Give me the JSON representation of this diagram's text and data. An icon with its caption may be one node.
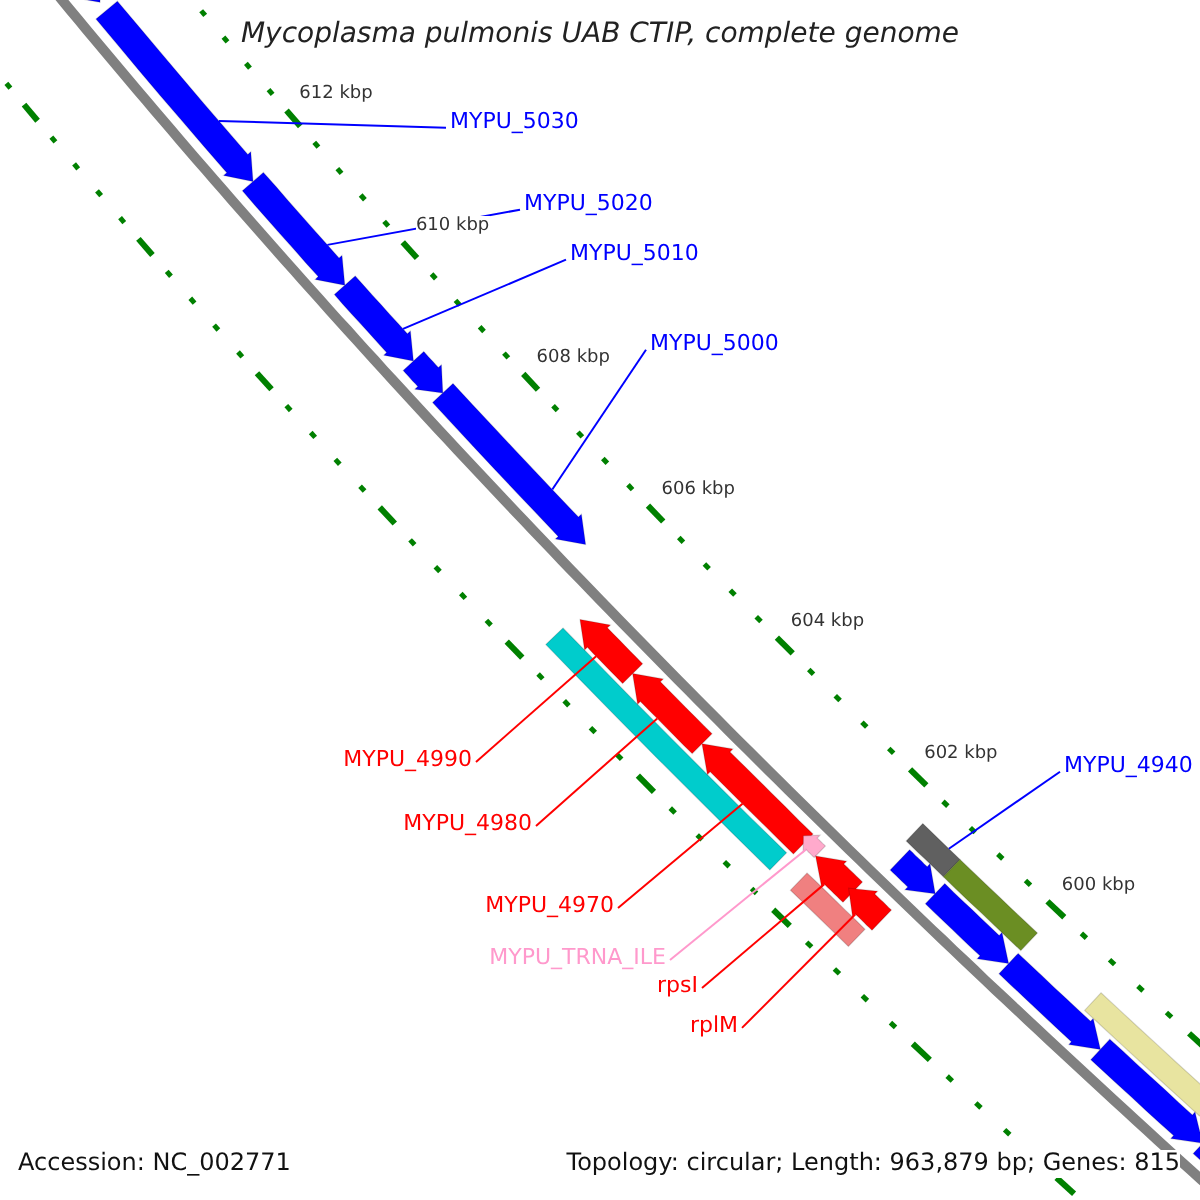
{
  "diagram": {
    "title": "Mycoplasma pulmonis UAB CTIP, complete genome",
    "nodes": [
      {
        "text": [
          "MYPU_5030"
        ]
      },
      {
        "text": [
          "MYPU_5020"
        ]
      },
      {
        "text": [
          "MYPU_5010"
        ]
      },
      {
        "text": [
          "MYPU_5000"
        ]
      },
      {
        "text": [
          "MYPU_4990"
        ]
      },
      {
        "text": [
          "MYPU_4980"
        ]
      },
      {
        "text": [
          "MYPU_4970"
        ]
      },
      {
        "text": [
          "MYPU_TRNA_ILE"
        ]
      },
      {
        "text": [
          "rpsI"
        ]
      },
      {
        "text": [
          "rplM"
        ]
      },
      {
        "text": [
          "MYPU_4940"
        ]
      },
      {
        "text": [],
        "shape": "bar"
      },
      {
        "text": [],
        "shape": "bar"
      },
      {
        "text": [],
        "shape": "bar"
      },
      {
        "text": [],
        "shape": "bar"
      },
      {
        "text": [],
        "shape": "bar"
      },
      {
        "text": [],
        "shape": "bar"
      },
      {
        "text": [],
        "shape": "bar"
      },
      {
        "text": [],
        "shape": "bar"
      },
      {
        "text": [],
        "shape": "bar"
      },
      {
        "text": [],
        "shape": "bar"
      },
      {
        "text": [],
        "shape": "bar"
      },
      {
        "text": [],
        "shape": "bar"
      },
      {
        "text": [],
        "shape": "bar"
      },
      {
        "text": [],
        "shape": "bar"
      },
      {
        "text": [],
        "shape": "bar"
      },
      {
        "text": [],
        "shape": "bar"
      },
      {
        "text": [],
        "shape": "bar"
      },
      {
        "text": [],
        "shape": "bar"
      },
      {
        "text": [],
        "shape": "bar"
      },
      {
        "text": [],
        "shape": "bar"
      },
      {
        "text": [],
        "shape": "bar"
      },
      {
        "text": [],
        "shape": "bar"
      }
    ],
    "edges": [
      {
        "from": 0,
        "to": 12,
        "arrow": "none"
      },
      {
        "from": 1,
        "to": 13,
        "arrow": "none"
      },
      {
        "from": 2,
        "to": 14,
        "arrow": "none"
      },
      {
        "from": 3,
        "to": 16,
        "arrow": "none"
      },
      {
        "from": 4,
        "to": 18,
        "arrow": "none",
        "color": "#ff0000"
      },
      {
        "from": 5,
        "to": 19,
        "arrow": "none",
        "color": "#ff0000"
      },
      {
        "from": 6,
        "to": 20,
        "arrow": "none",
        "color": "#ff0000"
      },
      {
        "from": 7,
        "to": 21,
        "arrow": "none",
        "color": "#ff99cc"
      },
      {
        "from": 8,
        "to": 22,
        "arrow": "none",
        "color": "#ff0000"
      },
      {
        "from": 9,
        "to": 24,
        "arrow": "none",
        "color": "#ff0000"
      },
      {
        "from": 10,
        "to": 25,
        "arrow": "none"
      }
    ],
    "labels": [
      "612 kbp",
      "610 kbp",
      "608 kbp",
      "606 kbp",
      "604 kbp",
      "602 kbp",
      "600 kbp",
      "Accession: NC_002771",
      "Topology: circular; Length: 963,879 bp; Genes: 815"
    ]
  }
}
